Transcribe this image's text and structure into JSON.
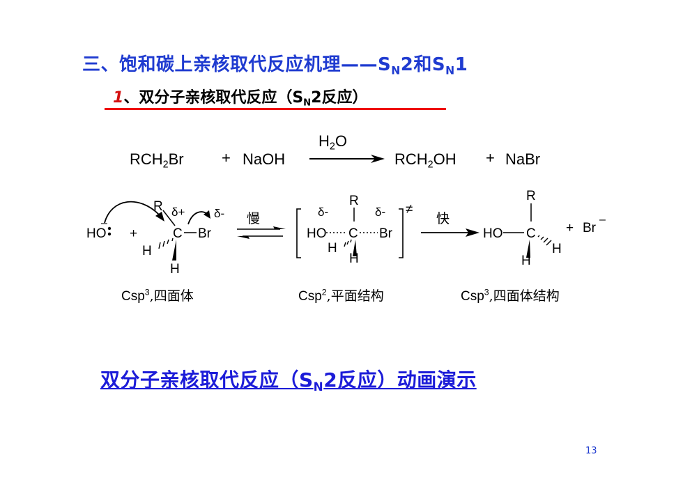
{
  "title": {
    "main": "三、饱和碳上亲核取代反应机理——S",
    "sub1": "N",
    "mid": "2和S",
    "sub2": "N",
    "end": "1"
  },
  "subtitle": {
    "num": "1",
    "text": "、双分子亲核取代反应（S",
    "sub": "N",
    "end": "2反应）"
  },
  "equation": {
    "reactant1": "RCH",
    "reactant1_sub": "2",
    "reactant1_end": "Br",
    "plus1": "+",
    "reactant2": "NaOH",
    "condition": "H",
    "condition_sub": "2",
    "condition_end": "O",
    "product1": "RCH",
    "product1_sub": "2",
    "product1_end": "OH",
    "plus2": "+",
    "product2": "NaBr"
  },
  "mechanism": {
    "slow": "慢",
    "fast": "快",
    "ho": "HO",
    "minus": "–",
    "plus": "+",
    "delta_plus": "δ+",
    "delta_minus": "δ-",
    "R": "R",
    "C": "C",
    "H": "H",
    "Br": "Br",
    "ts_mark": "≠",
    "br_ion": "Br",
    "br_charge": "–"
  },
  "captions": [
    {
      "prefix": "Csp",
      "sup": "3",
      "text": ",四面体"
    },
    {
      "prefix": "Csp",
      "sup": "2",
      "text": ",平面结构"
    },
    {
      "prefix": "Csp",
      "sup": "3",
      "text": ",四面体结构"
    }
  ],
  "demo_link": {
    "text": "双分子亲核取代反应（S",
    "sub": "N",
    "end": "2反应）动画演示"
  },
  "page_number": "13"
}
